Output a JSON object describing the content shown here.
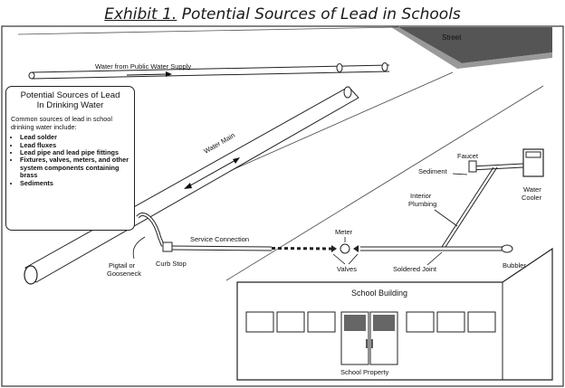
{
  "title": {
    "prefix": "Exhibit 1.",
    "rest": "Potential Sources of Lead in Schools"
  },
  "legend": {
    "title_line1": "Potential Sources of Lead",
    "title_line2": "In Drinking Water",
    "intro": "Common sources of lead in school drinking water include:",
    "items": [
      "Lead solder",
      "Lead fluxes",
      "Lead pipe and lead pipe fittings",
      "Fixtures, valves, meters, and other system components containing brass",
      "Sediments"
    ]
  },
  "labels": {
    "street": "Street",
    "water_supply": "Water from Public Water Supply",
    "water_main": "Water Main",
    "service_connection": "Service Connection",
    "meter": "Meter",
    "valves": "Valves",
    "curb_stop": "Curb Stop",
    "pigtail_1": "Pigtail or",
    "pigtail_2": "Gooseneck",
    "soldered_joint": "Soldered Joint",
    "bubbler": "Bubbler",
    "faucet": "Faucet",
    "sediment": "Sediment",
    "interior_1": "Interior",
    "interior_2": "Plumbing",
    "cooler_1": "Water",
    "cooler_2": "Cooler",
    "school_building": "School Building",
    "school_property": "School Property"
  }
}
